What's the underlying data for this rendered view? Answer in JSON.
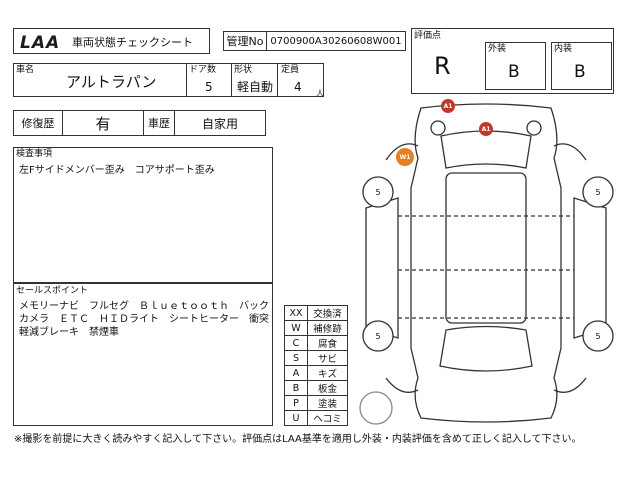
{
  "header": {
    "logo_text": "LAA",
    "title": "車両状態チェックシート",
    "management_label": "管理No",
    "management_no": "0700900A30260608W001"
  },
  "grade": {
    "score_label": "評価点",
    "score_value": "R",
    "exterior_label": "外装",
    "exterior_value": "B",
    "interior_label": "内装",
    "interior_value": "B"
  },
  "vehicle": {
    "name_label": "車名",
    "name_value": "アルトラパン",
    "doors_label": "ドア数",
    "doors_value": "5",
    "shape_label": "形状",
    "shape_value": "軽自動",
    "capacity_label": "定員",
    "capacity_value": "4",
    "capacity_unit": "人"
  },
  "history": {
    "repair_label": "修復歴",
    "repair_value": "有",
    "usage_label": "車歴",
    "usage_value": "自家用"
  },
  "inspection": {
    "label": "検査事項",
    "text": "左Fサイドメンバー歪み　コアサポート歪み"
  },
  "sales": {
    "label": "セールスポイント",
    "text": "メモリーナビ　フルセグ　Ｂｌｕｅｔｏｏｔｈ　バックカメラ　ＥＴＣ　ＨＩＤライト　シートヒーター　衝突軽減ブレーキ　禁煙車"
  },
  "legend": [
    {
      "code": "XX",
      "meaning": "交換済"
    },
    {
      "code": "W",
      "meaning": "補修跡"
    },
    {
      "code": "C",
      "meaning": "腐食"
    },
    {
      "code": "S",
      "meaning": "サビ"
    },
    {
      "code": "A",
      "meaning": "キズ"
    },
    {
      "code": "B",
      "meaning": "板金"
    },
    {
      "code": "P",
      "meaning": "塗装"
    },
    {
      "code": "U",
      "meaning": "ヘコミ"
    }
  ],
  "diagram": {
    "marks": [
      "A1",
      "A1",
      "W1"
    ],
    "tire_labels": [
      "5",
      "5",
      "5",
      "5"
    ],
    "colors": {
      "a_mark": "#c0392b",
      "w_mark": "#e67e22"
    }
  },
  "footer": "※撮影を前提に大きく読みやすく記入して下さい。評価点はLAA基準を適用し外装・内装評価を含めて正しく記入して下さい。"
}
